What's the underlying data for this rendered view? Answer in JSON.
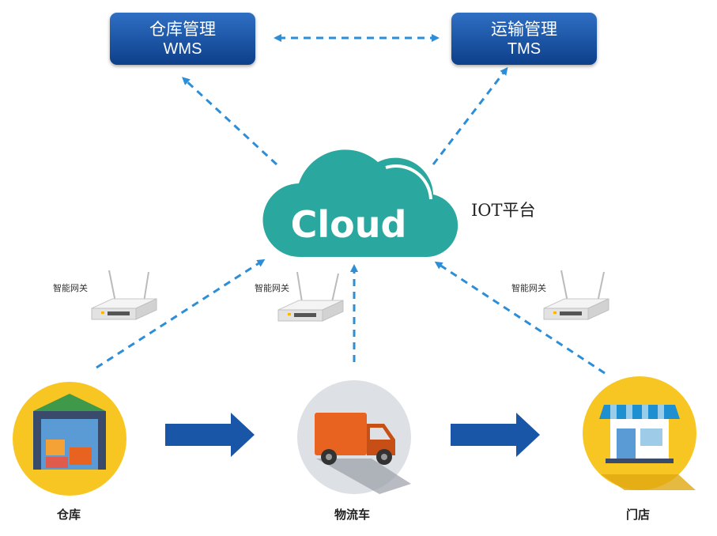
{
  "systems": {
    "wms": {
      "cn": "仓库管理",
      "en": "WMS"
    },
    "tms": {
      "cn": "运输管理",
      "en": "TMS"
    }
  },
  "cloud": {
    "label": "Cloud",
    "platform_label": "IOT平台"
  },
  "gateways": [
    {
      "label": "智能网关"
    },
    {
      "label": "智能网关"
    },
    {
      "label": "智能网关"
    }
  ],
  "nodes": {
    "warehouse": {
      "label": "仓库",
      "icon": "warehouse-icon"
    },
    "truck": {
      "label": "物流车",
      "icon": "truck-icon"
    },
    "store": {
      "label": "门店",
      "icon": "storefront-icon"
    }
  },
  "colors": {
    "box_blue": "#0d3f8a",
    "arrow_blue": "#2d8ed8",
    "flow_arrow": "#1a56a8",
    "cloud_teal": "#2aa79e",
    "circle_yellow": "#f7c623",
    "truck_orange": "#e8631f"
  }
}
